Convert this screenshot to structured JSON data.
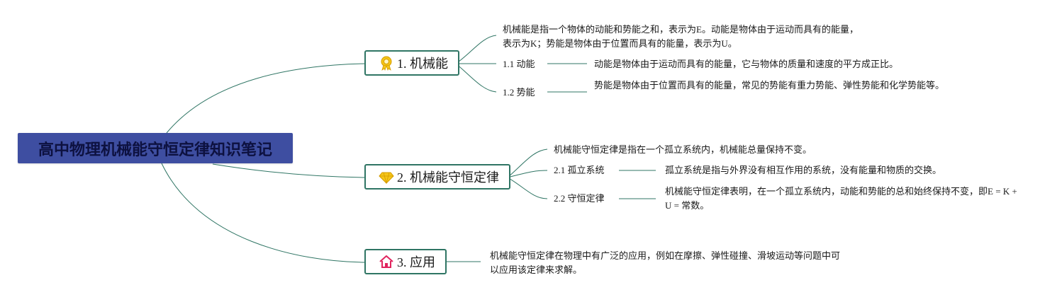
{
  "title": "高中物理机械能守恒定律知识笔记",
  "colors": {
    "root_bg": "#3e4ea1",
    "root_text": "#0d1140",
    "branch_border": "#2f7564",
    "line": "#2f7564"
  },
  "branches": [
    {
      "label": "1. 机械能",
      "icon": "award-medal-icon",
      "desc": "机械能是指一个物体的动能和势能之和，表示为E。动能是物体由于运动而具有的能量，表示为K；势能是物体由于位置而具有的能量，表示为U。",
      "subs": [
        {
          "label": "1.1 动能",
          "desc": "动能是物体由于运动而具有的能量，它与物体的质量和速度的平方成正比。"
        },
        {
          "label": "1.2 势能",
          "desc": "势能是物体由于位置而具有的能量，常见的势能有重力势能、弹性势能和化学势能等。"
        }
      ]
    },
    {
      "label": "2. 机械能守恒定律",
      "icon": "diamond-icon",
      "desc": "机械能守恒定律是指在一个孤立系统内，机械能总量保持不变。",
      "subs": [
        {
          "label": "2.1 孤立系统",
          "desc": "孤立系统是指与外界没有相互作用的系统，没有能量和物质的交换。"
        },
        {
          "label": "2.2 守恒定律",
          "desc": "机械能守恒定律表明，在一个孤立系统内，动能和势能的总和始终保持不变，即E = K + U = 常数。"
        }
      ]
    },
    {
      "label": "3. 应用",
      "icon": "home-icon",
      "desc": "机械能守恒定律在物理中有广泛的应用，例如在摩擦、弹性碰撞、滑坡运动等问题中可以应用该定律来求解。"
    }
  ]
}
